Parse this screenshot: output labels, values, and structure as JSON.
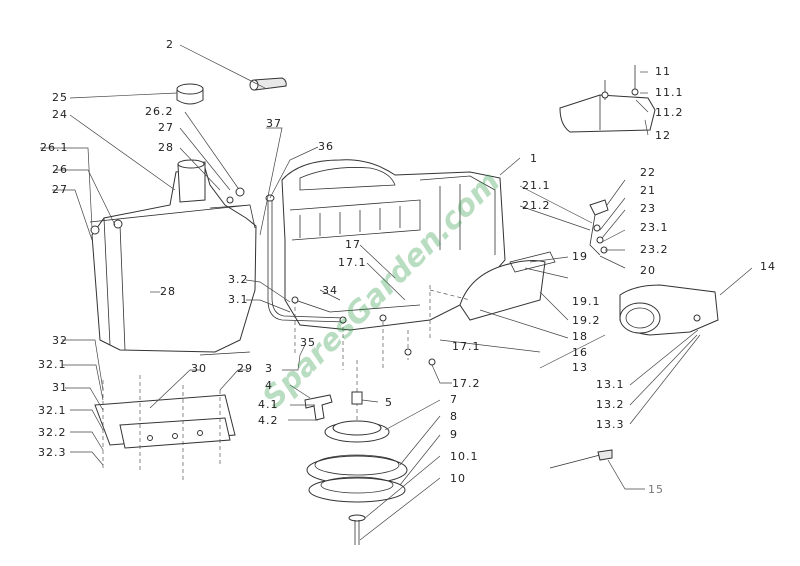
{
  "labels": {
    "l2": "2",
    "l25": "25",
    "l26_2": "26.2",
    "l24": "24",
    "l27a": "27",
    "l28a": "28",
    "l37": "37",
    "l36": "36",
    "l26_1": "26.1",
    "l26": "26",
    "l27b": "27",
    "l28b": "28",
    "l1": "1",
    "l11": "11",
    "l11_1": "11.1",
    "l11_2": "11.2",
    "l12": "12",
    "l21_1": "21.1",
    "l22": "22",
    "l21": "21",
    "l21_2": "21.2",
    "l23": "23",
    "l23_1": "23.1",
    "l23_2": "23.2",
    "l17": "17",
    "l17_1a": "17.1",
    "l20": "20",
    "l3_2": "3.2",
    "l3_1": "3.1",
    "l34": "34",
    "l19": "19",
    "l19_1": "19.1",
    "l14": "14",
    "l19_2": "19.2",
    "l18": "18",
    "l35": "35",
    "l17_1b": "17.1",
    "l16": "16",
    "l13": "13",
    "l32": "32",
    "l32_1a": "32.1",
    "l30": "30",
    "l29": "29",
    "l3": "3",
    "l17_2": "17.2",
    "l31": "31",
    "l4": "4",
    "l4_1": "4.1",
    "l5": "5",
    "l13_1": "13.1",
    "l13_2": "13.2",
    "l32_1b": "32.1",
    "l4_2": "4.2",
    "l7": "7",
    "l13_3": "13.3",
    "l8": "8",
    "l32_2": "32.2",
    "l9": "9",
    "l32_3": "32.3",
    "l10_1": "10.1",
    "l15": "15",
    "l10": "10"
  },
  "watermark": "SparesGarden.com",
  "colors": {
    "watermark": "#2e9a46",
    "lines": "#333333",
    "label_15": "#777777"
  }
}
